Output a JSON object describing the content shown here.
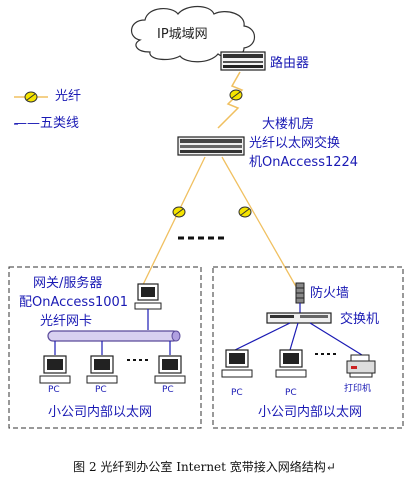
{
  "cloud_label": "IP城域网",
  "router_label": "路由器",
  "legend": {
    "fiber": "光纤",
    "cat5": "——五类线"
  },
  "building_room": [
    "大楼机房",
    "光纤以太网交换",
    "机OnAccess1224"
  ],
  "left_office": {
    "gateway_lines": [
      "网关/服务器",
      "配OnAccess1001",
      "光纤网卡"
    ],
    "pc_labels": [
      "PC",
      "PC",
      "PC"
    ],
    "lan_label": "小公司内部以太网"
  },
  "right_office": {
    "firewall": "防火墙",
    "switch": "交换机",
    "pc_labels": [
      "PC",
      "PC"
    ],
    "printer": "打印机",
    "lan_label": "小公司内部以太网"
  },
  "caption": "图 2 光纤到办公室 Internet 宽带接入网络结构↵",
  "colors": {
    "text_blue": "#1a1ab4",
    "fiber": "#f0c060",
    "cat5": "#1a1ab4"
  }
}
